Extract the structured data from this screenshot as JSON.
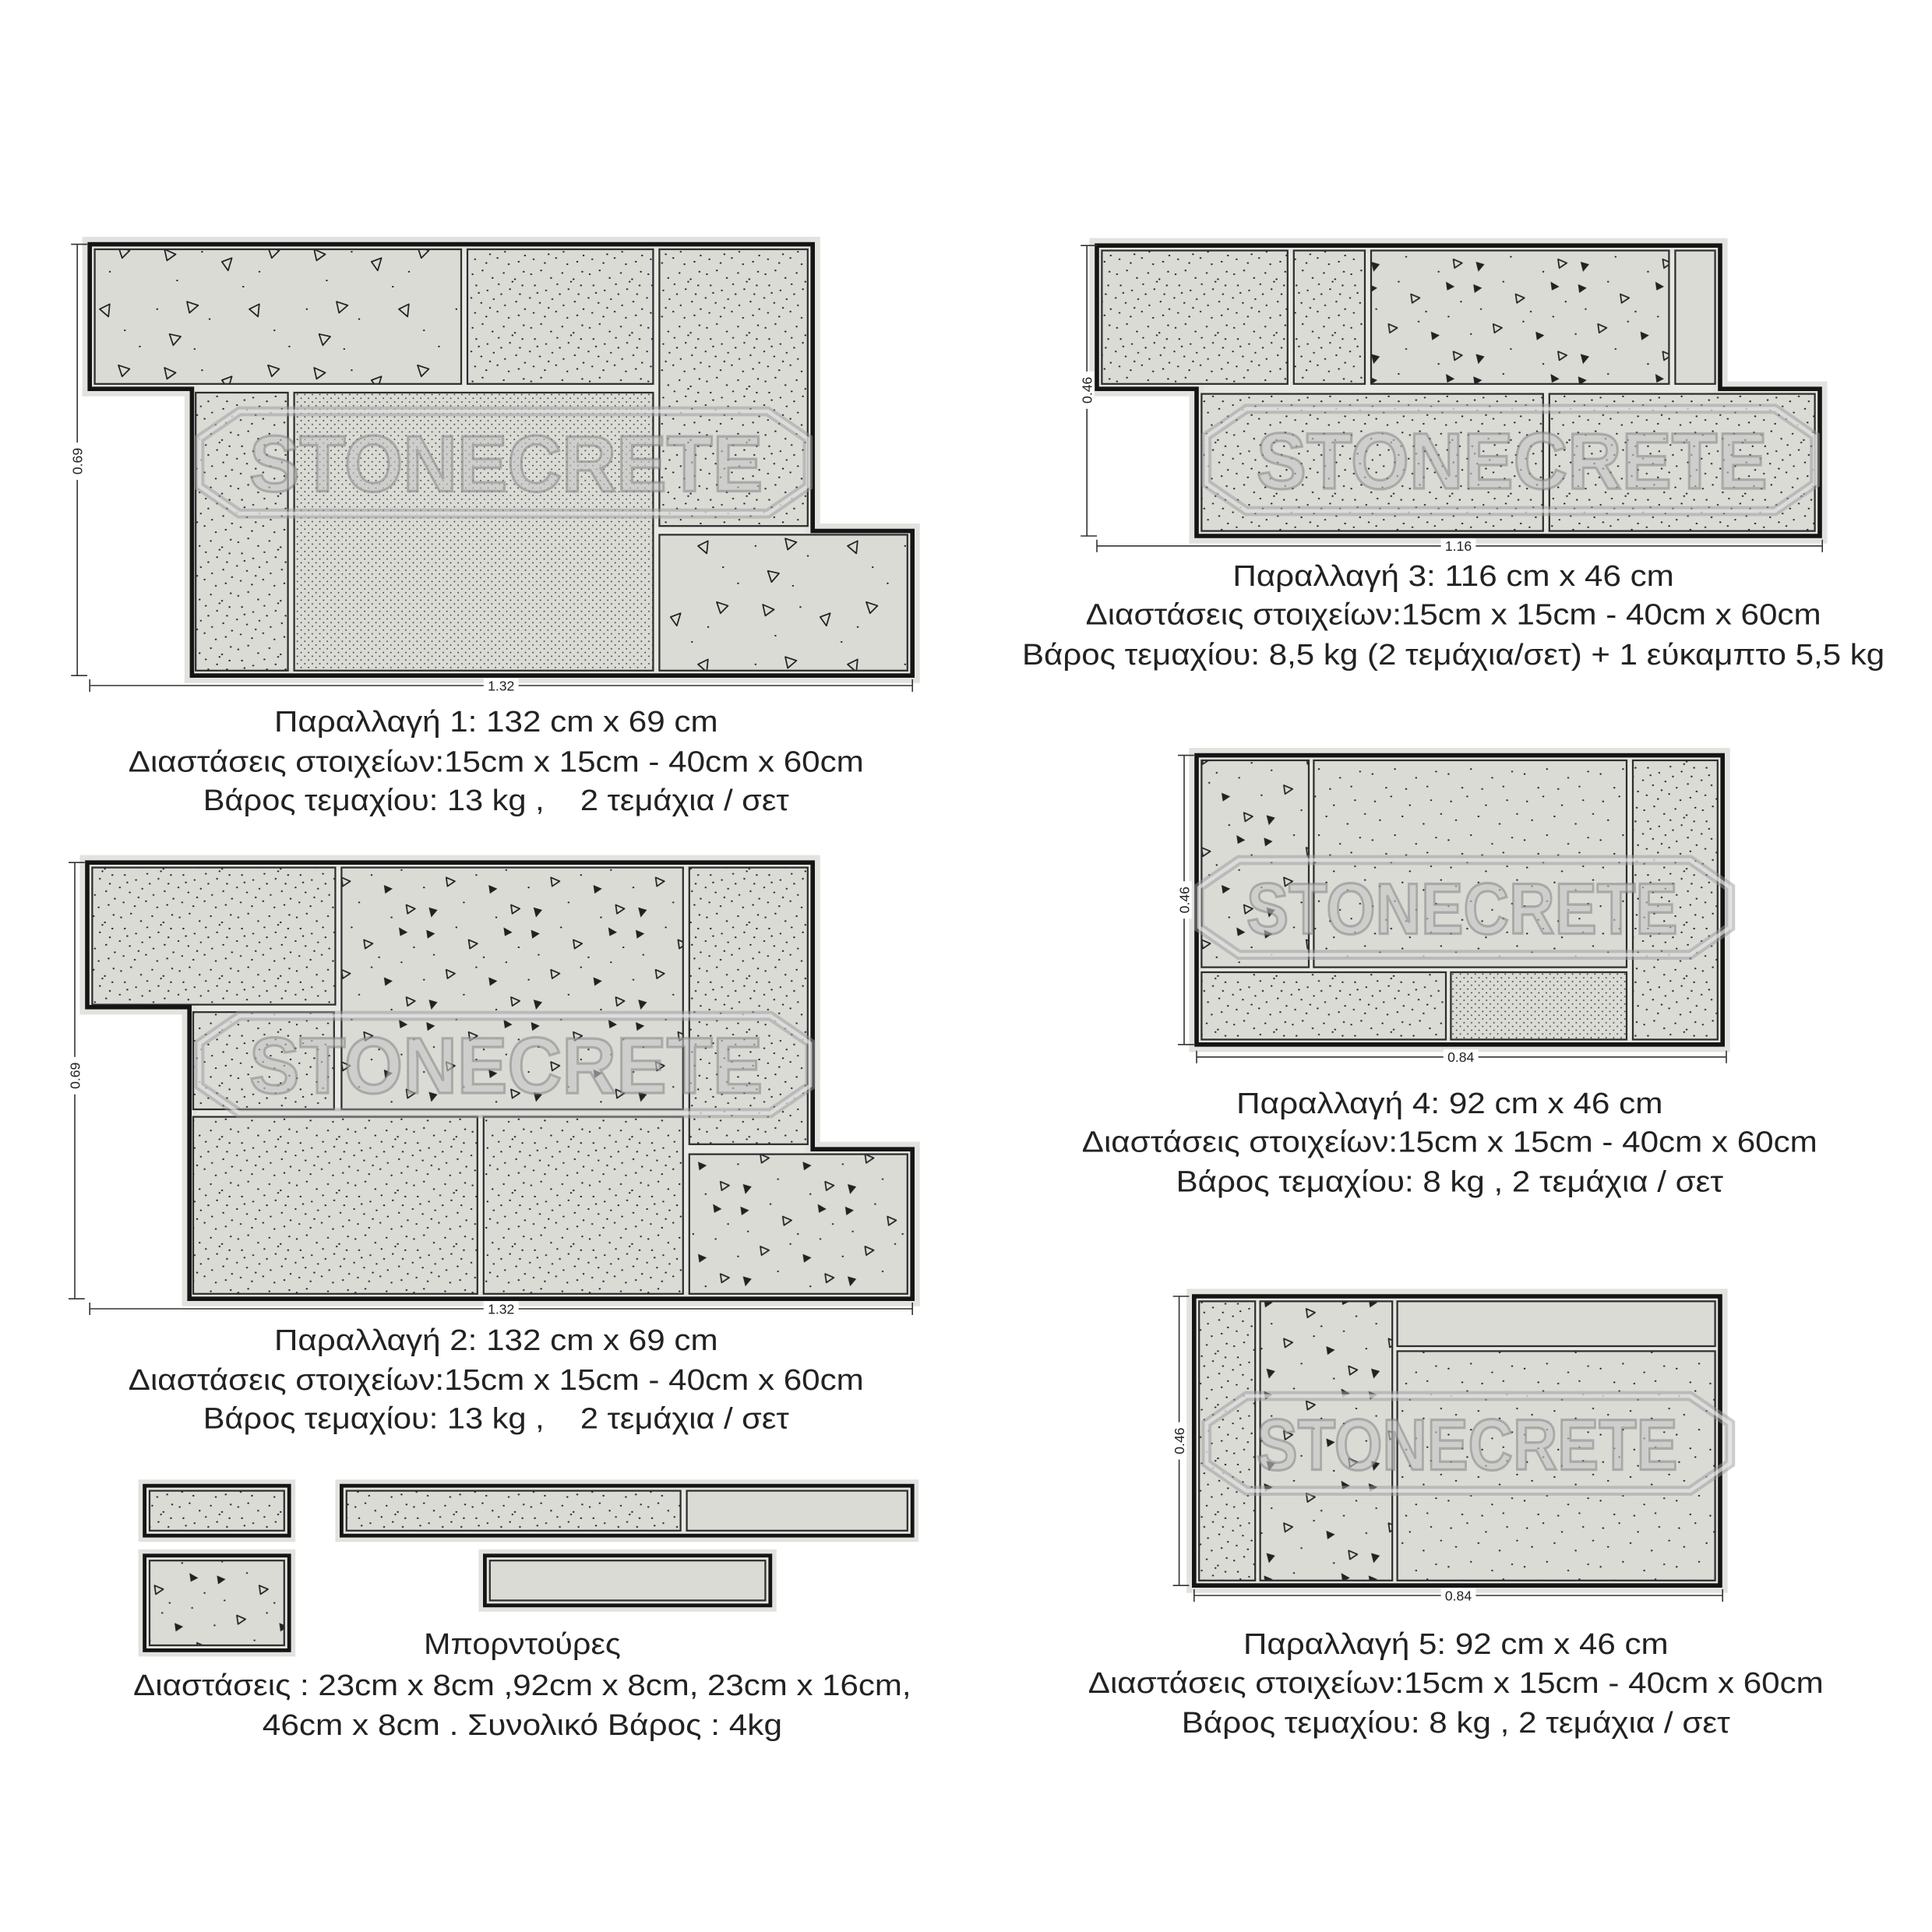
{
  "watermark": "STONECRETE",
  "colors": {
    "stone": "#dbdbd6",
    "outline": "#151515",
    "text": "#222222",
    "watermark": "#c4c4c4"
  },
  "variations": [
    {
      "title": "Παραλλαγή 1: 132 cm x 69 cm",
      "elements": "Διαστάσεις στοιχείων:15cm x 15cm - 40cm x 60cm",
      "weight": "Βάρος τεμαχίου: 13 kg ,    2 τεμάχια / σετ",
      "width_label": "1.32",
      "height_label": "0.69"
    },
    {
      "title": "Παραλλαγή 2: 132 cm x 69 cm",
      "elements": "Διαστάσεις στοιχείων:15cm x 15cm - 40cm x 60cm",
      "weight": "Βάρος τεμαχίου: 13 kg ,    2 τεμάχια / σετ",
      "width_label": "1.32",
      "height_label": "0.69"
    },
    {
      "title": "Παραλλαγή 3: 116 cm x 46 cm",
      "elements": "Διαστάσεις στοιχείων:15cm x 15cm - 40cm x 60cm",
      "weight": "Βάρος τεμαχίου: 8,5 kg (2 τεμάχια/σετ) + 1 εύκαμπτο 5,5 kg",
      "width_label": "1.16",
      "height_label": "0.46"
    },
    {
      "title": "Παραλλαγή 4: 92 cm x 46 cm",
      "elements": "Διαστάσεις στοιχείων:15cm x 15cm - 40cm x 60cm",
      "weight": "Βάρος τεμαχίου: 8 kg , 2 τεμάχια / σετ",
      "width_label": "0.84",
      "height_label": "0.46"
    },
    {
      "title": "Παραλλαγή 5: 92 cm x 46 cm",
      "elements": "Διαστάσεις στοιχείων:15cm x 15cm - 40cm x 60cm",
      "weight": "Βάρος τεμαχίου: 8 kg , 2 τεμάχια / σετ",
      "width_label": "0.84",
      "height_label": "0.46"
    }
  ],
  "borders": {
    "title": "Μπορντούρες",
    "dimensions_line1": "Διαστάσεις : 23cm x 8cm ,92cm x 8cm, 23cm x 16cm,",
    "dimensions_line2": "46cm x 8cm . Συνολικό Βάρος : 4kg"
  }
}
